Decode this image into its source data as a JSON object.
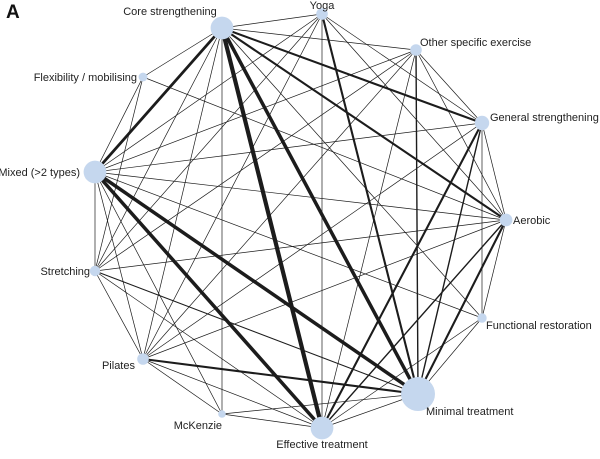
{
  "panel_label": "A",
  "style": {
    "node_color": "#c5d7ee",
    "edge_color": "#1c1c1c",
    "label_color": "#222222"
  },
  "nodes": [
    {
      "id": "core",
      "label": "Core strengthening",
      "size": 3
    },
    {
      "id": "yoga",
      "label": "Yoga",
      "size": 1
    },
    {
      "id": "other",
      "label": "Other specific exercise",
      "size": 1
    },
    {
      "id": "flex",
      "label": "Flexibility / mobilising",
      "size": 0.5
    },
    {
      "id": "general",
      "label": "General strengthening",
      "size": 1.5
    },
    {
      "id": "mixed",
      "label": "Mixed (>2 types)",
      "size": 3
    },
    {
      "id": "aerobic",
      "label": "Aerobic",
      "size": 1.2
    },
    {
      "id": "stretching",
      "label": "Stretching",
      "size": 0.8
    },
    {
      "id": "functional",
      "label": "Functional restoration",
      "size": 0.6
    },
    {
      "id": "pilates",
      "label": "Pilates",
      "size": 1
    },
    {
      "id": "minimal",
      "label": "Minimal treatment",
      "size": 5
    },
    {
      "id": "mckenzie",
      "label": "McKenzie",
      "size": 0.3
    },
    {
      "id": "effective",
      "label": "Effective treatment",
      "size": 3
    }
  ],
  "edges": [
    {
      "a": "core",
      "b": "minimal",
      "weight": 5
    },
    {
      "a": "core",
      "b": "effective",
      "weight": 6
    },
    {
      "a": "core",
      "b": "mixed",
      "weight": 4
    },
    {
      "a": "core",
      "b": "general",
      "weight": 3
    },
    {
      "a": "core",
      "b": "aerobic",
      "weight": 3
    },
    {
      "a": "mixed",
      "b": "minimal",
      "weight": 5
    },
    {
      "a": "mixed",
      "b": "effective",
      "weight": 5
    },
    {
      "a": "yoga",
      "b": "minimal",
      "weight": 3
    },
    {
      "a": "pilates",
      "b": "minimal",
      "weight": 3
    },
    {
      "a": "general",
      "b": "effective",
      "weight": 3
    },
    {
      "a": "aerobic",
      "b": "minimal",
      "weight": 3
    },
    {
      "a": "aerobic",
      "b": "effective",
      "weight": 2
    },
    {
      "a": "general",
      "b": "minimal",
      "weight": 2
    },
    {
      "a": "other",
      "b": "minimal",
      "weight": 2
    },
    {
      "a": "mixed",
      "b": "general",
      "weight": 1
    },
    {
      "a": "stretching",
      "b": "minimal",
      "weight": 1.5
    },
    {
      "a": "core",
      "b": "yoga",
      "weight": 1
    },
    {
      "a": "core",
      "b": "other",
      "weight": 1
    },
    {
      "a": "core",
      "b": "flex",
      "weight": 1
    },
    {
      "a": "core",
      "b": "stretching",
      "weight": 1
    },
    {
      "a": "core",
      "b": "pilates",
      "weight": 1
    },
    {
      "a": "core",
      "b": "mckenzie",
      "weight": 1
    },
    {
      "a": "core",
      "b": "functional",
      "weight": 1
    },
    {
      "a": "yoga",
      "b": "mixed",
      "weight": 1
    },
    {
      "a": "yoga",
      "b": "stretching",
      "weight": 1
    },
    {
      "a": "yoga",
      "b": "aerobic",
      "weight": 1
    },
    {
      "a": "yoga",
      "b": "general",
      "weight": 1
    },
    {
      "a": "yoga",
      "b": "pilates",
      "weight": 1
    },
    {
      "a": "yoga",
      "b": "effective",
      "weight": 1
    },
    {
      "a": "other",
      "b": "mixed",
      "weight": 1
    },
    {
      "a": "other",
      "b": "general",
      "weight": 1
    },
    {
      "a": "other",
      "b": "aerobic",
      "weight": 1
    },
    {
      "a": "other",
      "b": "pilates",
      "weight": 1
    },
    {
      "a": "other",
      "b": "stretching",
      "weight": 1
    },
    {
      "a": "other",
      "b": "effective",
      "weight": 1
    },
    {
      "a": "flex",
      "b": "mixed",
      "weight": 1
    },
    {
      "a": "flex",
      "b": "stretching",
      "weight": 1
    },
    {
      "a": "flex",
      "b": "aerobic",
      "weight": 1
    },
    {
      "a": "general",
      "b": "aerobic",
      "weight": 1
    },
    {
      "a": "general",
      "b": "functional",
      "weight": 1
    },
    {
      "a": "general",
      "b": "pilates",
      "weight": 1
    },
    {
      "a": "mixed",
      "b": "aerobic",
      "weight": 1
    },
    {
      "a": "mixed",
      "b": "stretching",
      "weight": 1
    },
    {
      "a": "mixed",
      "b": "pilates",
      "weight": 1
    },
    {
      "a": "mixed",
      "b": "mckenzie",
      "weight": 1
    },
    {
      "a": "mixed",
      "b": "functional",
      "weight": 1
    },
    {
      "a": "aerobic",
      "b": "functional",
      "weight": 1
    },
    {
      "a": "aerobic",
      "b": "stretching",
      "weight": 1
    },
    {
      "a": "aerobic",
      "b": "pilates",
      "weight": 1
    },
    {
      "a": "stretching",
      "b": "pilates",
      "weight": 1
    },
    {
      "a": "stretching",
      "b": "effective",
      "weight": 1
    },
    {
      "a": "functional",
      "b": "minimal",
      "weight": 1
    },
    {
      "a": "functional",
      "b": "effective",
      "weight": 1
    },
    {
      "a": "pilates",
      "b": "effective",
      "weight": 1
    },
    {
      "a": "pilates",
      "b": "mckenzie",
      "weight": 1
    },
    {
      "a": "mckenzie",
      "b": "effective",
      "weight": 1
    },
    {
      "a": "mckenzie",
      "b": "minimal",
      "weight": 1
    },
    {
      "a": "effective",
      "b": "minimal",
      "weight": 1
    }
  ]
}
